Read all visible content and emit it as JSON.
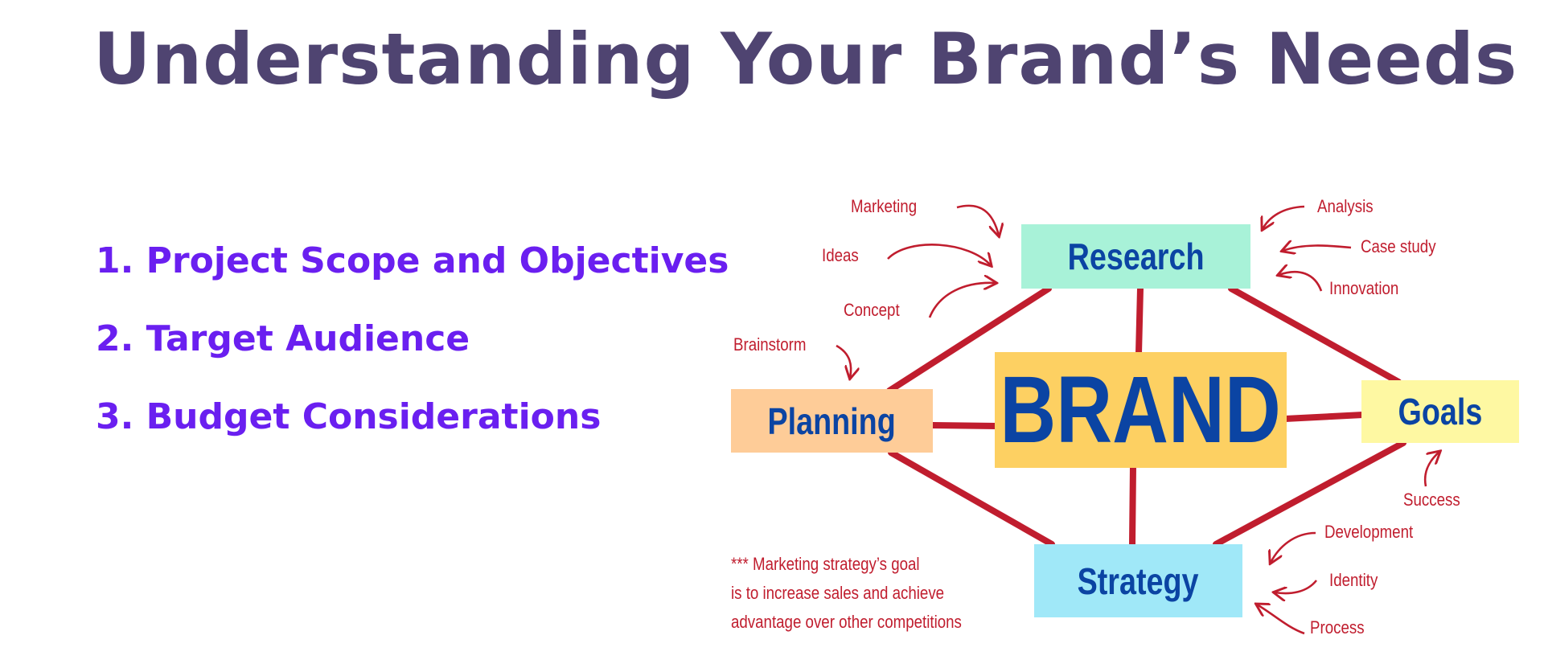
{
  "title": "Understanding Your Brand’s Needs",
  "list": [
    "1. Project Scope and Objectives",
    "2. Target Audience",
    "3. Budget Considerations"
  ],
  "diagram": {
    "center": "BRAND",
    "nodes": {
      "research": "Research",
      "planning": "Planning",
      "goals": "Goals",
      "strategy": "Strategy"
    },
    "labels": {
      "marketing": "Marketing",
      "ideas": "Ideas",
      "concept": "Concept",
      "brainstorm": "Brainstorm",
      "analysis": "Analysis",
      "case_study": "Case study",
      "innovation": "Innovation",
      "success": "Success",
      "development": "Development",
      "identity": "Identity",
      "process": "Process"
    },
    "note": [
      "*** Marketing strategy’s goal",
      "is to increase sales and achieve",
      "advantage over other competitions"
    ],
    "colors": {
      "line": "#c01d2e",
      "research": "#a8f2d8",
      "brand": "#fdd062",
      "planning": "#fecc98",
      "goals": "#fef8a2",
      "strategy": "#a0e8f8",
      "text": "#0b44a3"
    }
  }
}
